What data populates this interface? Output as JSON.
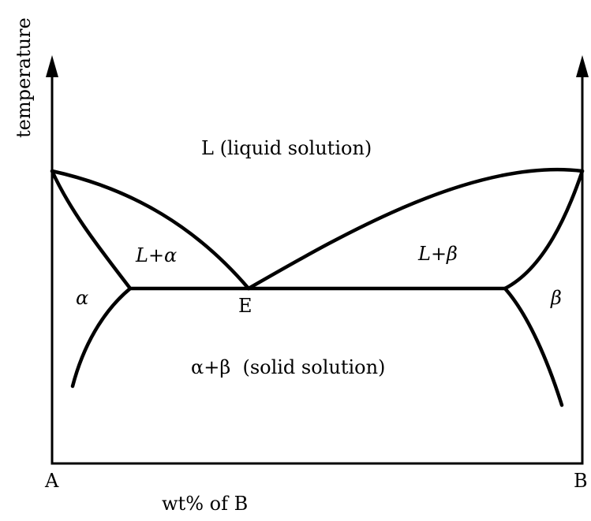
{
  "axes": {
    "y_label": "temperature",
    "x_label": "wt% of B",
    "left_end": "A",
    "right_end": "B"
  },
  "regions": {
    "liquid": "L (liquid solution)",
    "l_alpha": "L+α",
    "l_beta": "L+β",
    "alpha": "α",
    "beta": "β",
    "solid": "α+β  (solid solution)"
  },
  "points": {
    "eutectic": "E"
  }
}
